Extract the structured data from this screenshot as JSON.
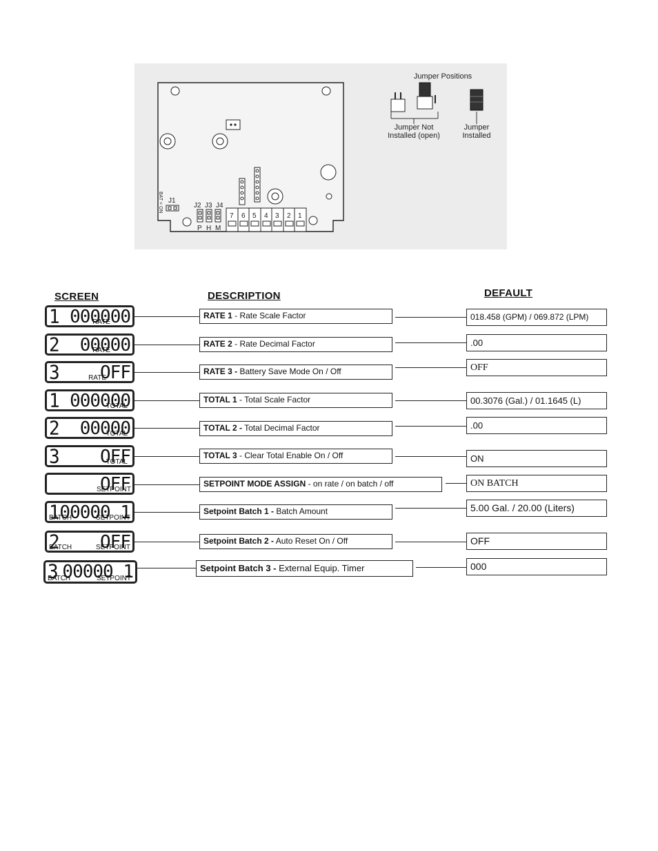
{
  "board": {
    "jumper_positions_title": "Jumper Positions",
    "not_installed_label": [
      "Jumper Not",
      "Installed (open)"
    ],
    "installed_label": [
      "Jumper",
      "Installed"
    ],
    "bat_label": "BAT = ON",
    "j1": "J1",
    "j2": "J2",
    "j3": "J3",
    "j4": "J4",
    "p": "P",
    "h": "H",
    "m": "M",
    "terminals": [
      "7",
      "6",
      "5",
      "4",
      "3",
      "2",
      "1"
    ]
  },
  "headers": {
    "screen": "SCREEN",
    "description": "DESCRIPTION",
    "default": "DEFAULT"
  },
  "rows": [
    {
      "digit": "1",
      "value": "000000",
      "tag_left": "",
      "tag_right": "RATE",
      "desc_bold": "RATE 1",
      "desc_rest": " - Rate Scale Factor",
      "default": "018.458 (GPM) / 069.872 (LPM)"
    },
    {
      "digit": "2",
      "value": "00000",
      "tag_left": "",
      "tag_right": "RATE",
      "desc_bold": "RATE 2",
      "desc_rest": " - Rate Decimal Factor",
      "default": ".00"
    },
    {
      "digit": "3",
      "value": "OFF",
      "tag_left": "",
      "tag_right": "RATE",
      "desc_bold": "RATE 3 -",
      "desc_rest": " Battery Save Mode On / Off",
      "default": "OFF"
    },
    {
      "digit": "1",
      "value": "000000",
      "tag_left": "",
      "tag_right": "TOTAL",
      "desc_bold": "TOTAL 1",
      "desc_rest": " - Total Scale Factor",
      "default": "00.3076 (Gal.) / 01.1645 (L)"
    },
    {
      "digit": "2",
      "value": "00000",
      "tag_left": "",
      "tag_right": "TOTAL",
      "desc_bold": "TOTAL 2 -",
      "desc_rest": " Total Decimal Factor",
      "default": ".00"
    },
    {
      "digit": "3",
      "value": "OFF",
      "tag_left": "",
      "tag_right": "TOTAL",
      "desc_bold": "TOTAL 3",
      "desc_rest": " - Clear Total Enable  On / Off",
      "default": "ON"
    },
    {
      "digit": "",
      "value": "OFF",
      "tag_left": "",
      "tag_right": "SETPOINT",
      "desc_bold": "SETPOINT MODE ASSIGN",
      "desc_rest": " - on rate / on batch / off",
      "default": "ON BATCH"
    },
    {
      "digit": "1",
      "value": "00000 1",
      "tag_left": "BATCH",
      "tag_right": "SETPOINT",
      "desc_bold": "Setpoint Batch 1 -",
      "desc_rest": " Batch Amount",
      "default": "5.00 Gal. / 20.00 (Liters)"
    },
    {
      "digit": "2",
      "value": "OFF",
      "tag_left": "BATCH",
      "tag_right": "SETPOINT",
      "desc_bold": "Setpoint Batch 2 -",
      "desc_rest": " Auto Reset On / Off",
      "default": "OFF"
    },
    {
      "digit": "3",
      "value": "00000 1",
      "tag_left": "BATCH",
      "tag_right": "SETPOINT",
      "desc_bold": "Setpoint Batch 3 -",
      "desc_rest": " External Equip. Timer",
      "default": "000"
    }
  ]
}
